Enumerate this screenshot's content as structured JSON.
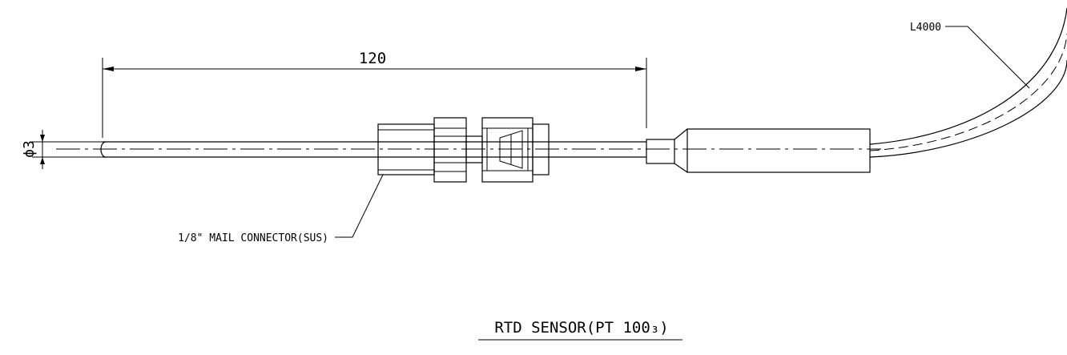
{
  "dimensions": {
    "length": "120",
    "diameter": "ϕ3"
  },
  "labels": {
    "connector": "1/8\" MAIL CONNECTOR(SUS)",
    "cable_length": "L4000"
  },
  "title": "RTD SENSOR(PT 100₃)"
}
